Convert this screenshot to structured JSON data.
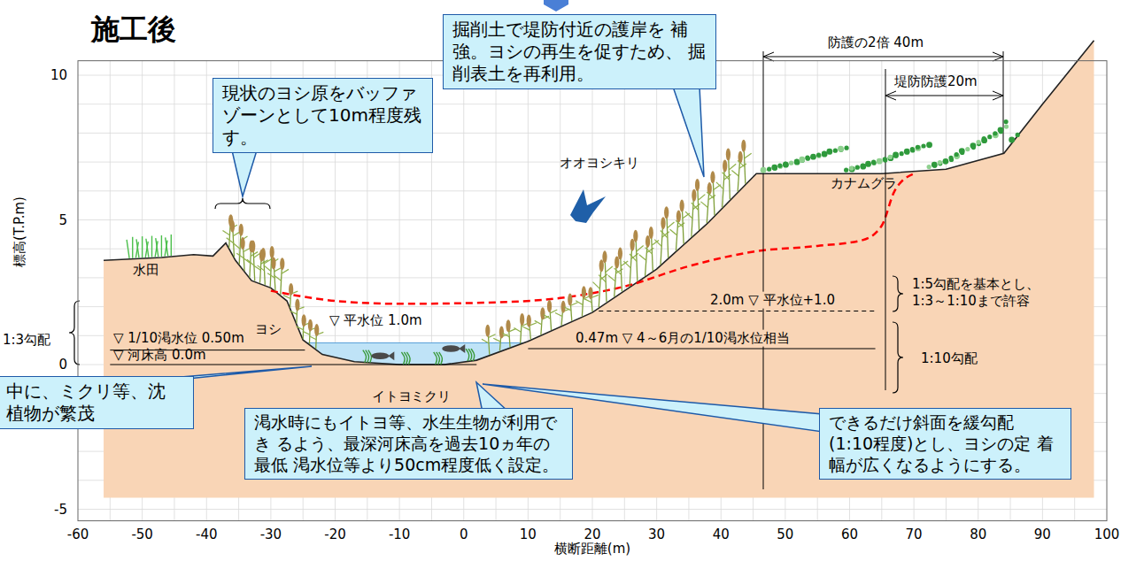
{
  "diagram": {
    "title": "施工後",
    "nodes": [
      {
        "text": [
          "掘削土で堤防付近の護岸を 補強。ヨシの再生を促すため、 掘削表土を再利用。"
        ]
      },
      {
        "text": [
          "現状のヨシ原をバッファ ゾーンとして10m程度残 す。"
        ]
      },
      {
        "text": [
          "中に、ミクリ等、沈 植物が繁茂"
        ]
      },
      {
        "text": [
          "渇水時にもイトヨ等、水生生物が利用でき るよう、最深河床高を過去10ヵ年の最低 渇水位等より50cm程度低く設定。"
        ]
      },
      {
        "text": [
          "できるだけ斜面を緩勾配 (1:10程度)とし、ヨシの定 着幅が広くなるようにする。"
        ]
      }
    ],
    "labels": [
      "標高(T.P.m)",
      "横断距離(m)",
      "10",
      "5",
      "0",
      "-5",
      "-60",
      "-50",
      "-40",
      "-30",
      "-20",
      "-10",
      "0",
      "10",
      "20",
      "30",
      "40",
      "50",
      "60",
      "70",
      "80",
      "90",
      "100",
      "水田",
      "ヨシ",
      "オオヨシキリ",
      "カナムグラ",
      "イトヨ",
      "ミクリ",
      "1:3勾配",
      "▽ 1/10渇水位 0.50m",
      "▽ 河床高 0.0m",
      "▽ 平水位 1.0m",
      "2.0m ▽ 平水位+1.0",
      "0.47m ▽ 4～6月の1/10渇水位相当",
      "1:5勾配を基本とし、 1:3～1:10まで許容",
      "1:10勾配",
      "防護の2倍 40m",
      "堤防防護20m"
    ]
  }
}
